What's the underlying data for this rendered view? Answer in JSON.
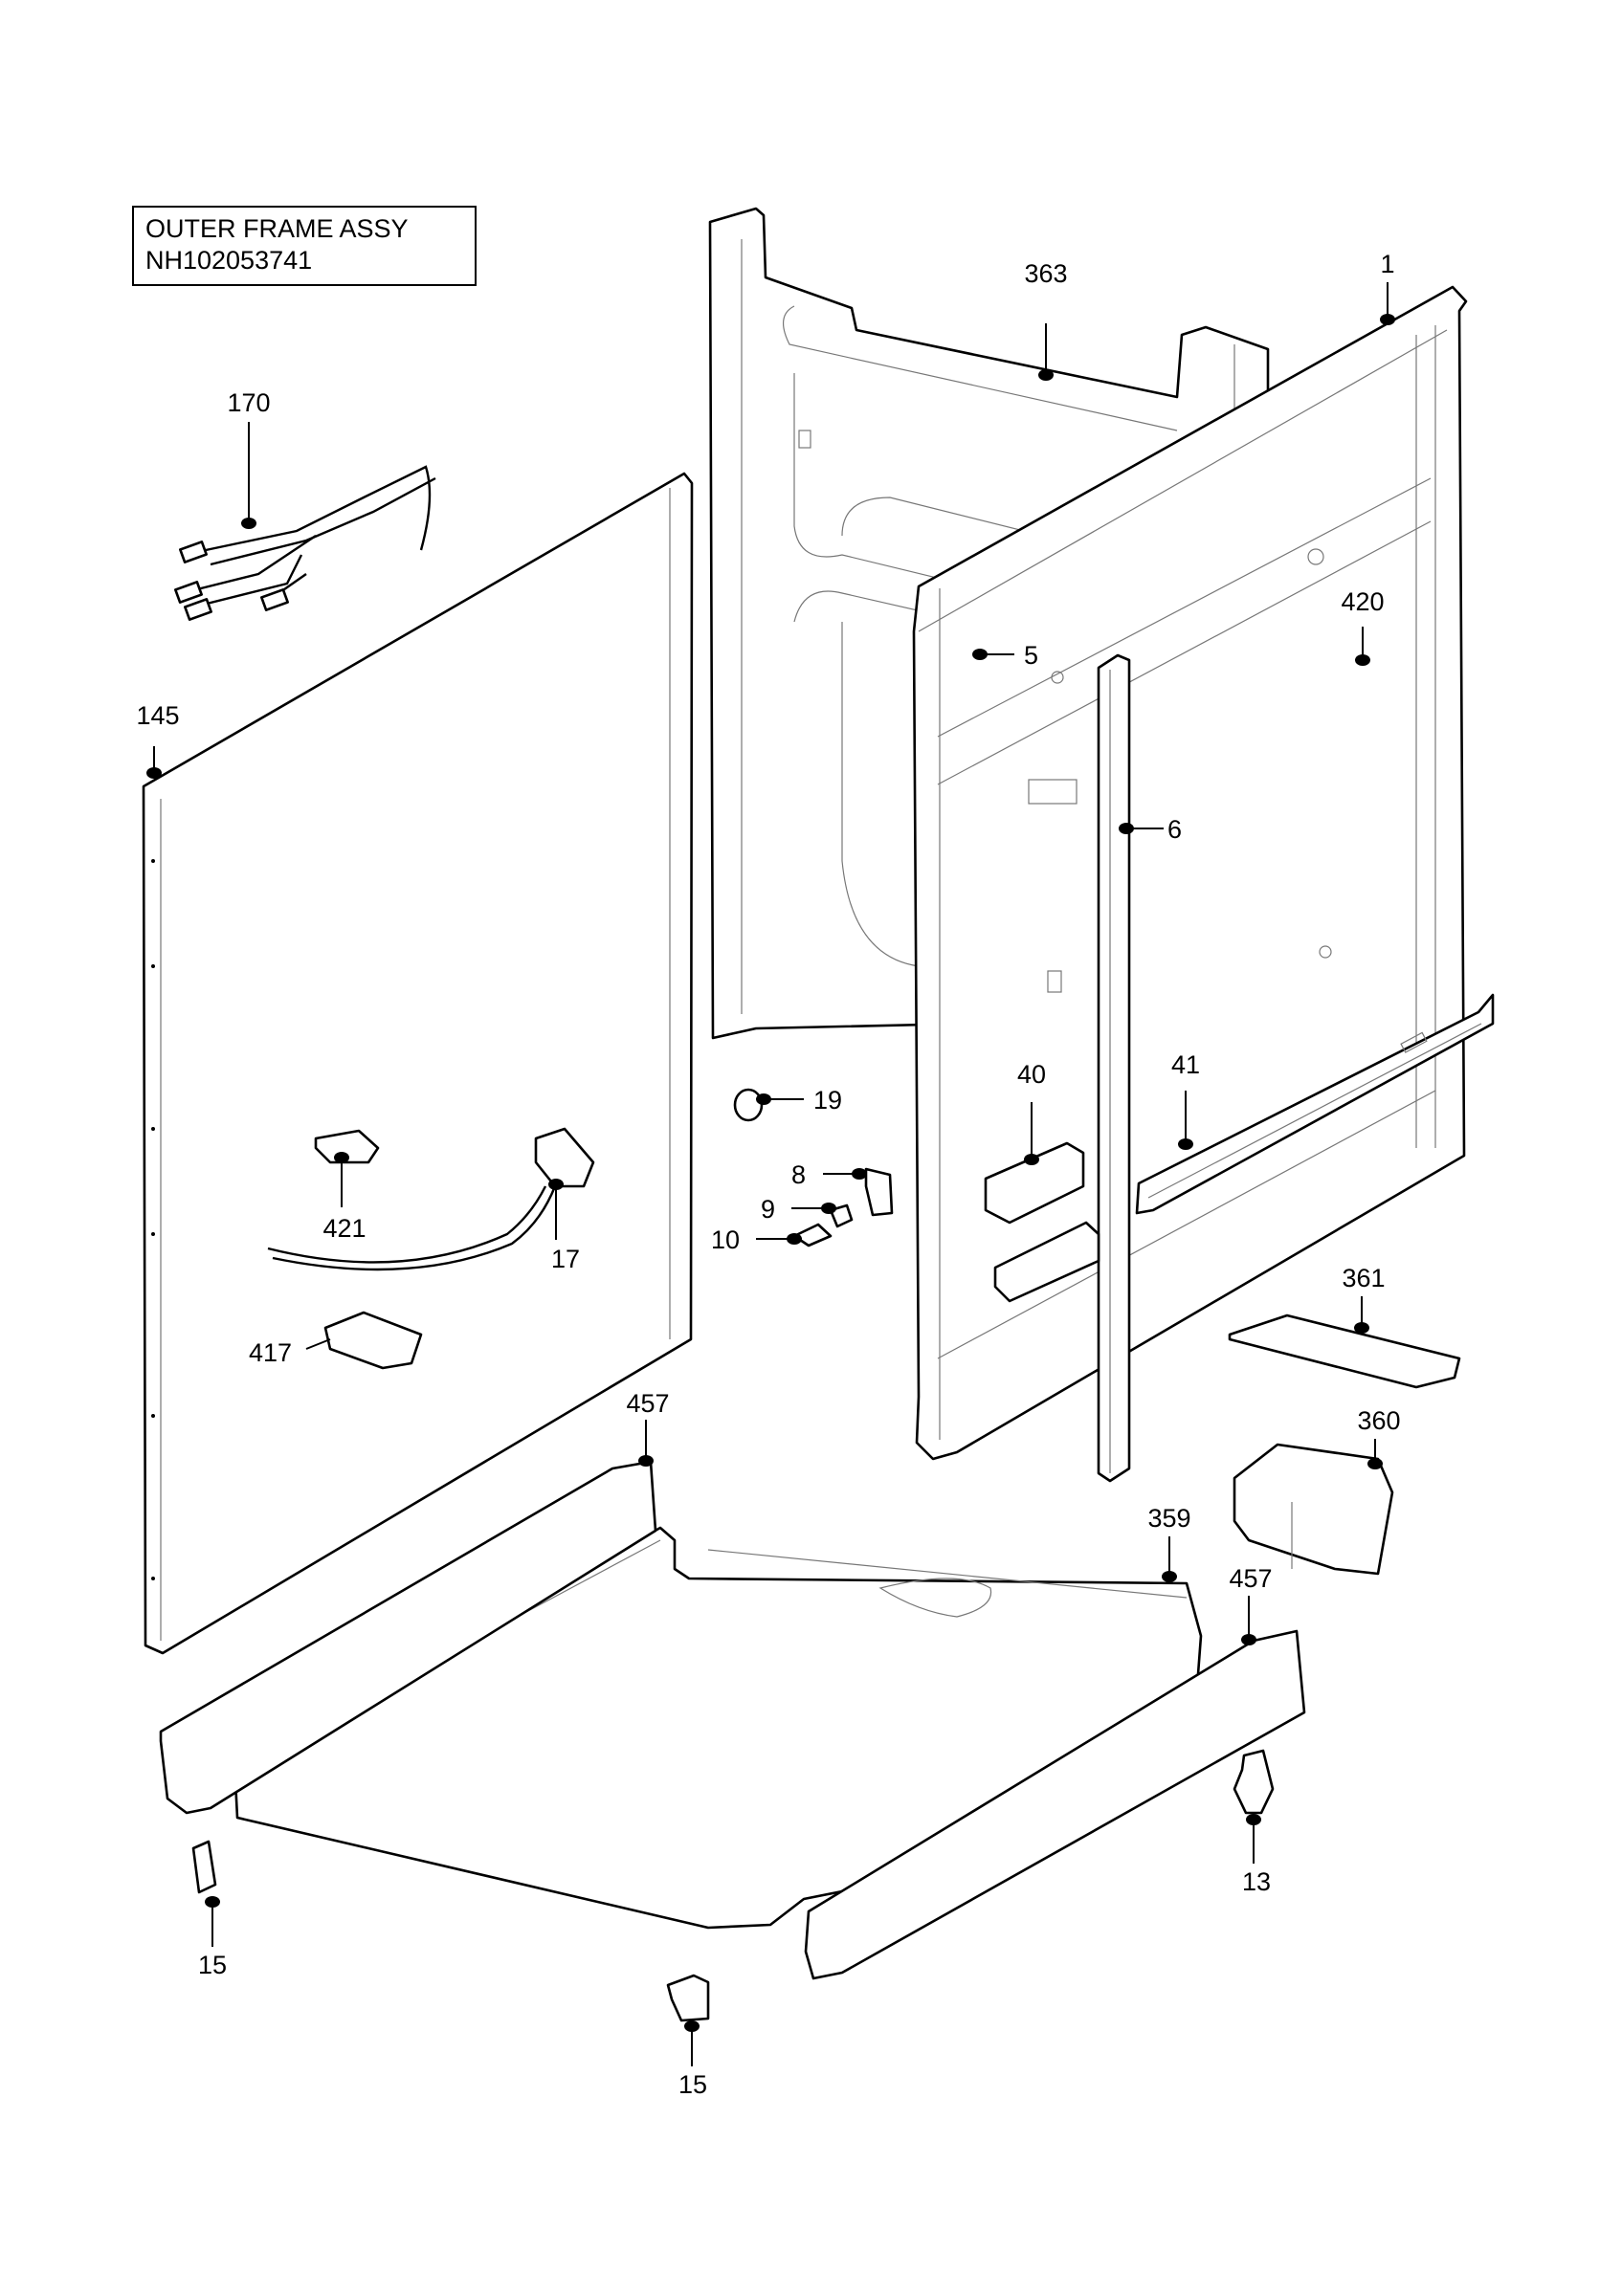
{
  "title": {
    "line1": "OUTER FRAME ASSY",
    "line2": "NH102053741"
  },
  "callouts": {
    "c363": "363",
    "c1": "1",
    "c170": "170",
    "c420": "420",
    "c5": "5",
    "c145": "145",
    "c6": "6",
    "c19": "19",
    "c40": "40",
    "c41": "41",
    "c8": "8",
    "c9": "9",
    "c10": "10",
    "c421": "421",
    "c17": "17",
    "c361": "361",
    "c417": "417",
    "c457a": "457",
    "c360": "360",
    "c359": "359",
    "c457b": "457",
    "c13": "13",
    "c15a": "15",
    "c15b": "15"
  }
}
